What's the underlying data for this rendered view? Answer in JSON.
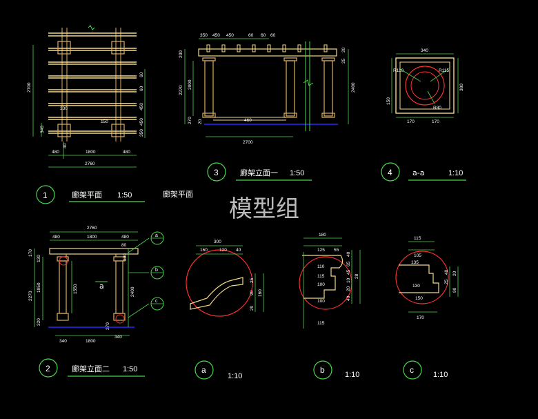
{
  "watermark": "模型组",
  "colors": {
    "background": "#000000",
    "beam": "#f5d98a",
    "column": "#e0b060",
    "dimension": "#4cd94c",
    "detail": "#ff3030",
    "text": "#ffffff",
    "ground": "#2a2aff"
  },
  "views": {
    "v1": {
      "number": "1",
      "title": "廊架平面",
      "scale": "1:50",
      "extra": "廊架平面",
      "dims": {
        "height_total": "2700",
        "height_bottom": "340",
        "w_left": "480",
        "w_mid": "1800",
        "w_right": "480",
        "w_total": "2760",
        "r1": "60",
        "r2": "60",
        "r3": "450",
        "r4": "450",
        "r5": "350",
        "top": "330",
        "bottom_tick": "40",
        "post": "150"
      }
    },
    "v3": {
      "number": "3",
      "title": "廊架立面一",
      "scale": "1:50",
      "top_dims": [
        "350",
        "450",
        "450",
        "60",
        "60",
        "60"
      ],
      "dims": {
        "left_top": "200",
        "left_total": "2270",
        "left_mid": "2000",
        "left_bottom": "270",
        "right_total": "2400",
        "right_a": "20",
        "right_b": "25",
        "bottom": "2700",
        "base": "20",
        "post_tick": "460"
      }
    },
    "v4": {
      "number": "4",
      "title": "a-a",
      "scale": "1:10",
      "dims": {
        "top": "340",
        "left": "150",
        "right": "380",
        "bottom_l": "170",
        "bottom_r": "170",
        "r_a": "R110",
        "r_b": "R115",
        "r_c": "R80"
      }
    },
    "v2": {
      "number": "2",
      "title": "廊架立面二",
      "scale": "1:50",
      "dims": {
        "top_total": "2760",
        "top_l": "480",
        "top_m": "1800",
        "top_r": "480",
        "mid_top": "80",
        "left_a": "170",
        "left_b": "130",
        "left_total": "2270",
        "left_inner": "1950",
        "left_c": "1550",
        "left_bottom": "320",
        "right_a": "200",
        "right_total": "2400",
        "bottom_l": "340",
        "bottom_m": "1800",
        "bottom_r": "340",
        "base": "270",
        "center_mark": "a"
      },
      "callouts": [
        "a",
        "b",
        "c"
      ]
    },
    "da": {
      "letter": "a",
      "scale": "1:10",
      "dims": {
        "top": "300",
        "t1": "160",
        "t2": "120",
        "t3": "40",
        "r1": "25",
        "r2": "90",
        "r3": "20",
        "r4": "160"
      }
    },
    "db": {
      "letter": "b",
      "scale": "1:10",
      "dims": {
        "top": "180",
        "t1": "125",
        "t2": "55",
        "rows": [
          "110",
          "115",
          "100",
          "100",
          "115"
        ],
        "right": [
          "40",
          "65",
          "45",
          "10",
          "20",
          "40"
        ],
        "side": "28"
      }
    },
    "dc": {
      "letter": "c",
      "scale": "1:10",
      "dims": {
        "top": "115",
        "t1": "105",
        "rows": [
          "130",
          "150",
          "170"
        ],
        "right": [
          "40",
          "25",
          "20",
          "90"
        ],
        "left": "135"
      }
    }
  }
}
